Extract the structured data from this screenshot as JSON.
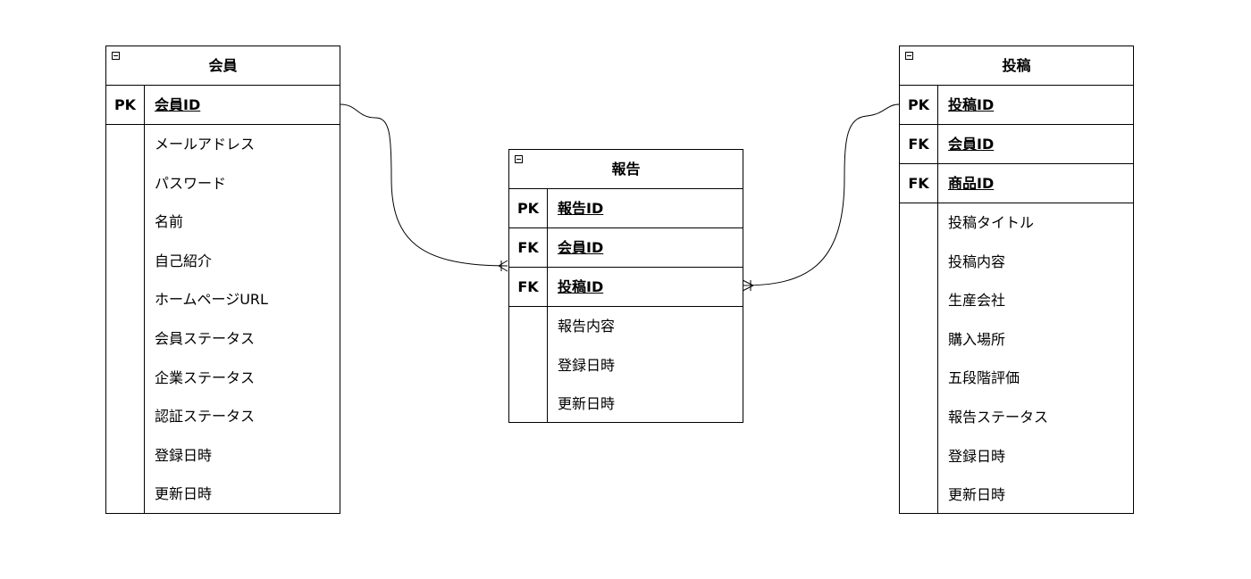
{
  "entities": {
    "member": {
      "title": "会員",
      "keys": [
        {
          "type": "PK",
          "name": "会員ID"
        }
      ],
      "attributes": [
        "メールアドレス",
        "パスワード",
        "名前",
        "自己紹介",
        "ホームページURL",
        "会員ステータス",
        "企業ステータス",
        "認証ステータス",
        "登録日時",
        "更新日時"
      ]
    },
    "report": {
      "title": "報告",
      "keys": [
        {
          "type": "PK",
          "name": "報告ID"
        },
        {
          "type": "FK",
          "name": "会員ID"
        },
        {
          "type": "FK",
          "name": "投稿ID"
        }
      ],
      "attributes": [
        "報告内容",
        "登録日時",
        "更新日時"
      ]
    },
    "post": {
      "title": "投稿",
      "keys": [
        {
          "type": "PK",
          "name": "投稿ID"
        },
        {
          "type": "FK",
          "name": "会員ID"
        },
        {
          "type": "FK",
          "name": "商品ID"
        }
      ],
      "attributes": [
        "投稿タイトル",
        "投稿内容",
        "生産会社",
        "購入場所",
        "五段階評価",
        "報告ステータス",
        "登録日時",
        "更新日時"
      ]
    }
  },
  "relationships": [
    {
      "from": "member.会員ID",
      "to": "report.会員ID",
      "cardinality": "one-to-many"
    },
    {
      "from": "post.投稿ID",
      "to": "report.投稿ID",
      "cardinality": "one-to-many"
    }
  ]
}
